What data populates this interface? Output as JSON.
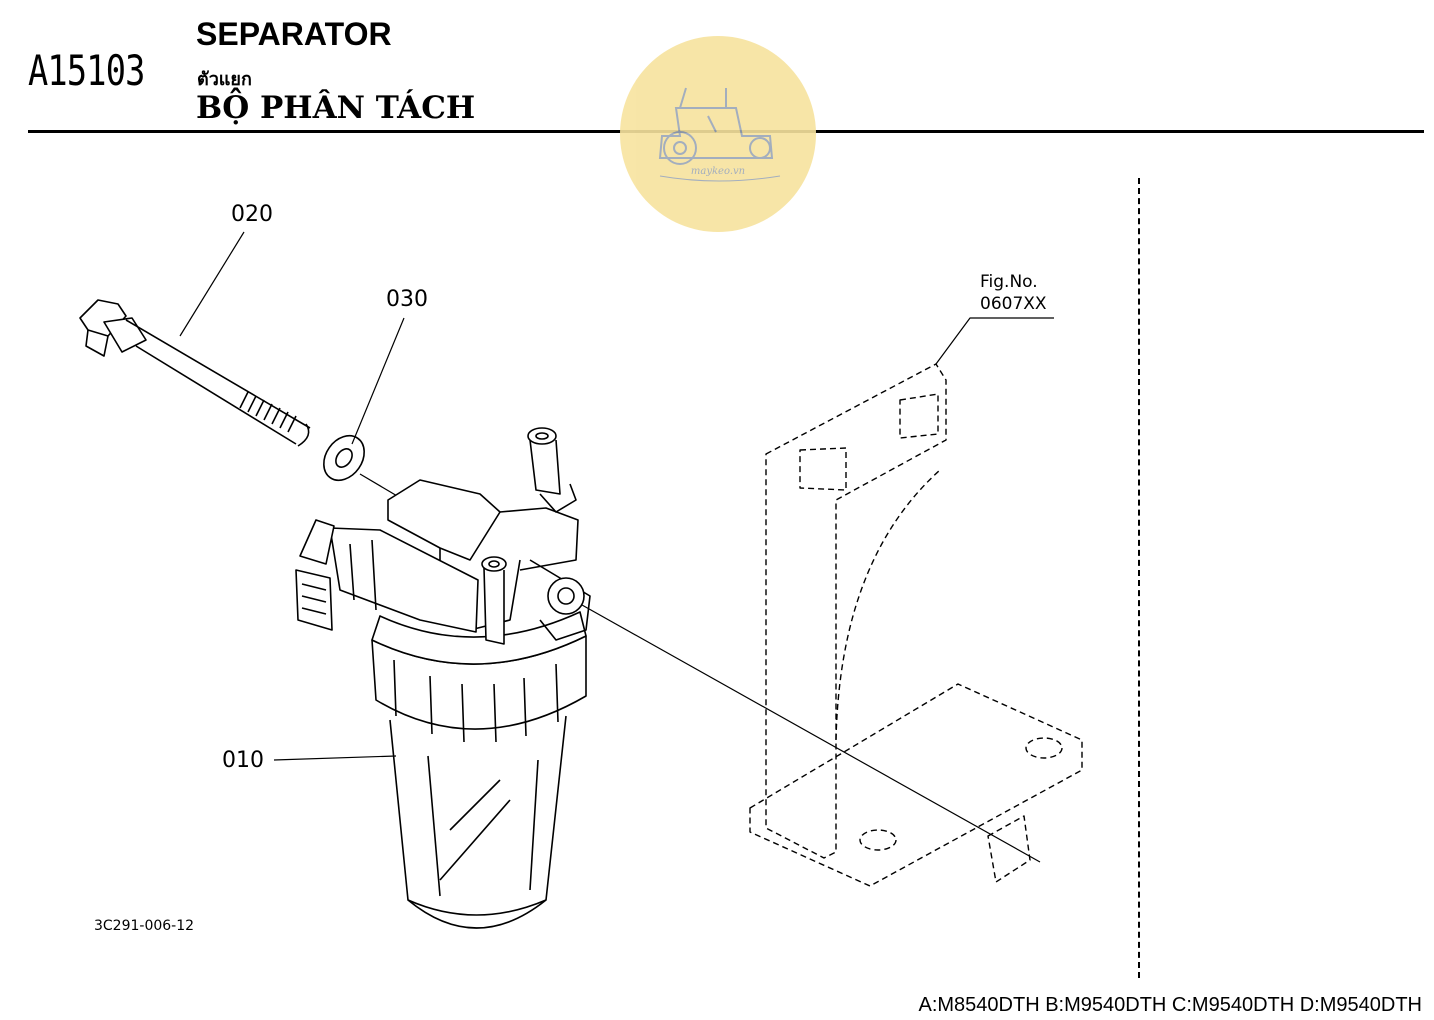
{
  "header": {
    "code": "A15103",
    "title_en": "SEPARATOR",
    "title_th": "ตัวแยก",
    "title_vi": "BỘ PHÂN TÁCH"
  },
  "watermark": {
    "text": "maykeo.vn",
    "icon": "tractor-icon",
    "color": "#f7e39e"
  },
  "callouts": [
    {
      "id": "020",
      "part": "bolt"
    },
    {
      "id": "030",
      "part": "washer"
    },
    {
      "id": "010",
      "part": "separator-assembly"
    }
  ],
  "figure_ref": {
    "line1": "Fig.No.",
    "line2": "0607XX"
  },
  "drawing_number": "3C291-006-12",
  "models": "A:M8540DTH B:M9540DTH C:M9540DTH D:M9540DTH"
}
